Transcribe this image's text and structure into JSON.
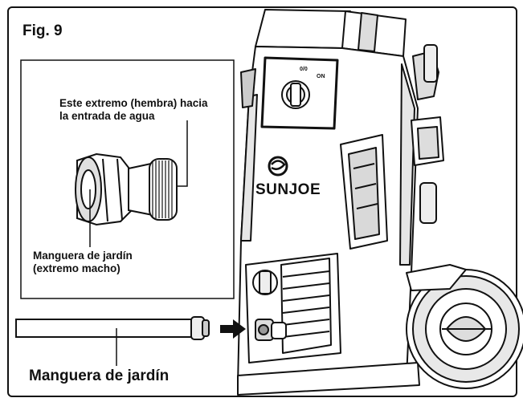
{
  "figure": {
    "label": "Fig. 9"
  },
  "callouts": {
    "female_end": "Este extremo (hembra) hacia\nla entrada de agua",
    "male_end": "Manguera de jardín\n(extremo macho)",
    "garden_hose": "Manguera de jardín"
  },
  "brand": {
    "name": "SUNJOE",
    "switch_labels": [
      "0/0",
      "ON"
    ]
  },
  "colors": {
    "line": "#111111",
    "paper": "#ffffff",
    "shade": "#d9d9d9"
  }
}
